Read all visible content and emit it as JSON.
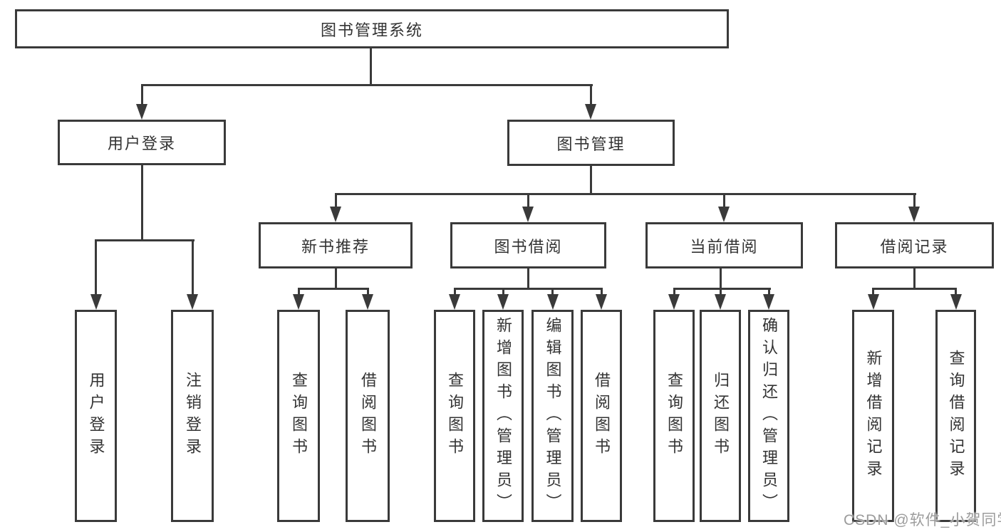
{
  "colors": {
    "line": "#3a3a3a",
    "box_border": "#3a3a3a",
    "text": "#333333",
    "background": "#ffffff",
    "watermark": "#9c9c9c"
  },
  "tree": {
    "root": "图书管理系统",
    "branches": [
      {
        "label": "用户登录",
        "children": [
          "用户登录",
          "注销登录"
        ]
      },
      {
        "label": "图书管理",
        "sections": [
          {
            "label": "新书推荐",
            "children": [
              "查询图书",
              "借阅图书"
            ]
          },
          {
            "label": "图书借阅",
            "children": [
              "查询图书",
              "新增图书（管理员）",
              "编辑图书（管理员）",
              "借阅图书"
            ]
          },
          {
            "label": "当前借阅",
            "children": [
              "查询图书",
              "归还图书",
              "确认归还（管理员）"
            ]
          },
          {
            "label": "借阅记录",
            "children": [
              "新增借阅记录",
              "查询借阅记录"
            ]
          }
        ]
      }
    ]
  },
  "watermark": "CSDN @软件_小贺同学"
}
